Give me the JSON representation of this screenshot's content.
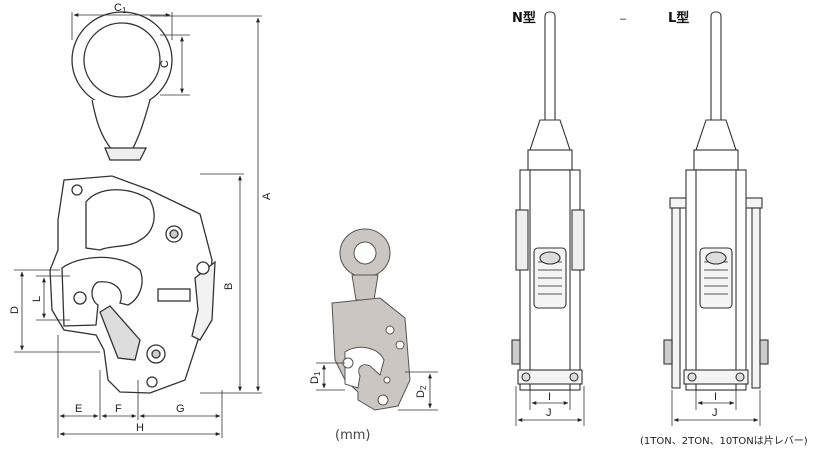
{
  "dimensions": {
    "C1": "C",
    "C1_sub": "1",
    "C": "C",
    "A": "A",
    "B": "B",
    "D": "D",
    "L": "L",
    "E": "E",
    "F": "F",
    "G": "G",
    "H": "H",
    "D1": "D",
    "D1_sub": "1",
    "D2": "D",
    "D2_sub": "2",
    "I_n": "I",
    "J_n": "J",
    "I_l": "I",
    "J_l": "J"
  },
  "unit_label": "(mm)",
  "n_type_title": "N型",
  "l_type_title": "L型",
  "separator": "–",
  "footnote": "(1TON、2TON、10TONは片レバー)"
}
